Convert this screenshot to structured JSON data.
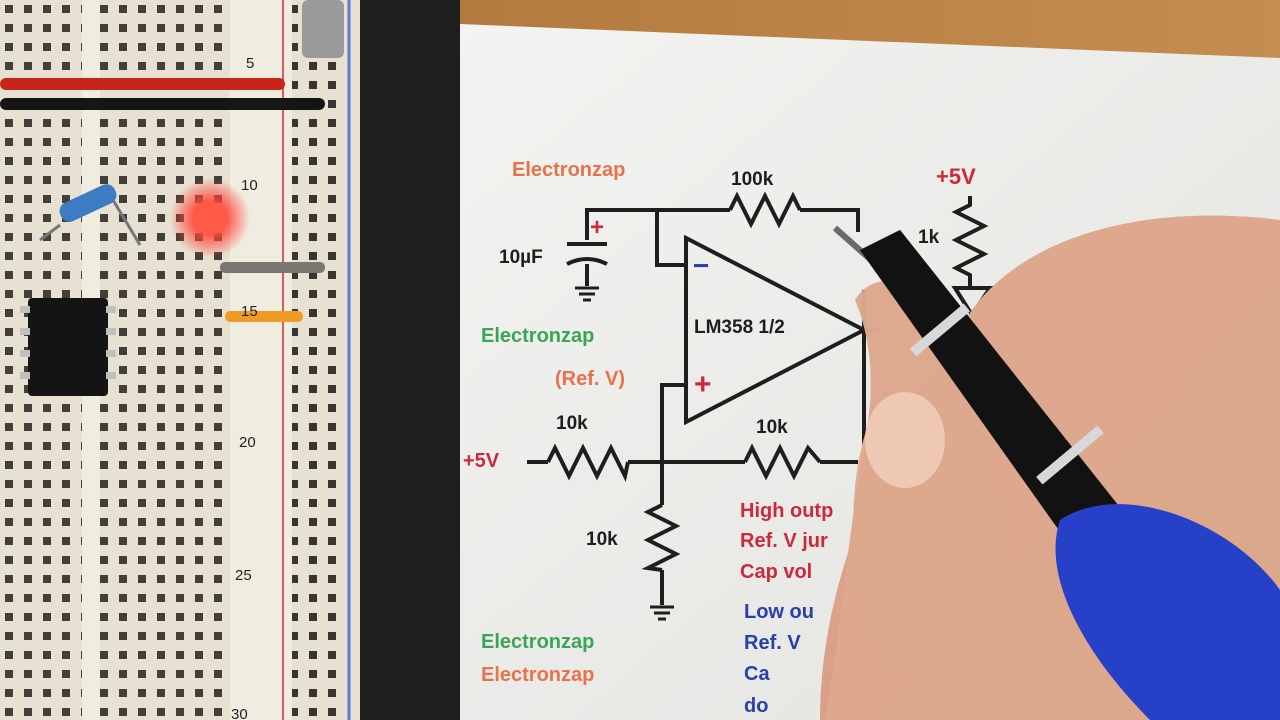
{
  "breadboard": {
    "row_numbers": [
      "5",
      "10",
      "15",
      "20",
      "25",
      "30"
    ]
  },
  "schematic": {
    "watermarks": [
      "Electronzap",
      "Electronzap",
      "Electronzap",
      "Electronzap"
    ],
    "opamp_label": "LM358 1/2",
    "minus_sign": "−",
    "plus_sign": "+",
    "cap_plus_sign": "+",
    "feedback_resistor": "100k",
    "capacitor": "10µF",
    "ref_label": "(Ref. V)",
    "supply_top": "+5V",
    "supply_left": "+5V",
    "pullup_resistor": "1k",
    "divider_top_resistor": "10k",
    "divider_bottom_resistor": "10k",
    "hysteresis_resistor": "10k",
    "notes_high": [
      "High outp",
      "Ref. V jur",
      "Cap vol"
    ],
    "notes_low": [
      "Low ou",
      "Ref. V",
      "Ca",
      "do"
    ]
  },
  "colors": {
    "orange": "#e8724a",
    "green": "#3aa655",
    "red": "#cc2a3c",
    "blue": "#2a3fa8",
    "led": "#ff3b30",
    "screwdriver_handle": "#2740c8"
  }
}
